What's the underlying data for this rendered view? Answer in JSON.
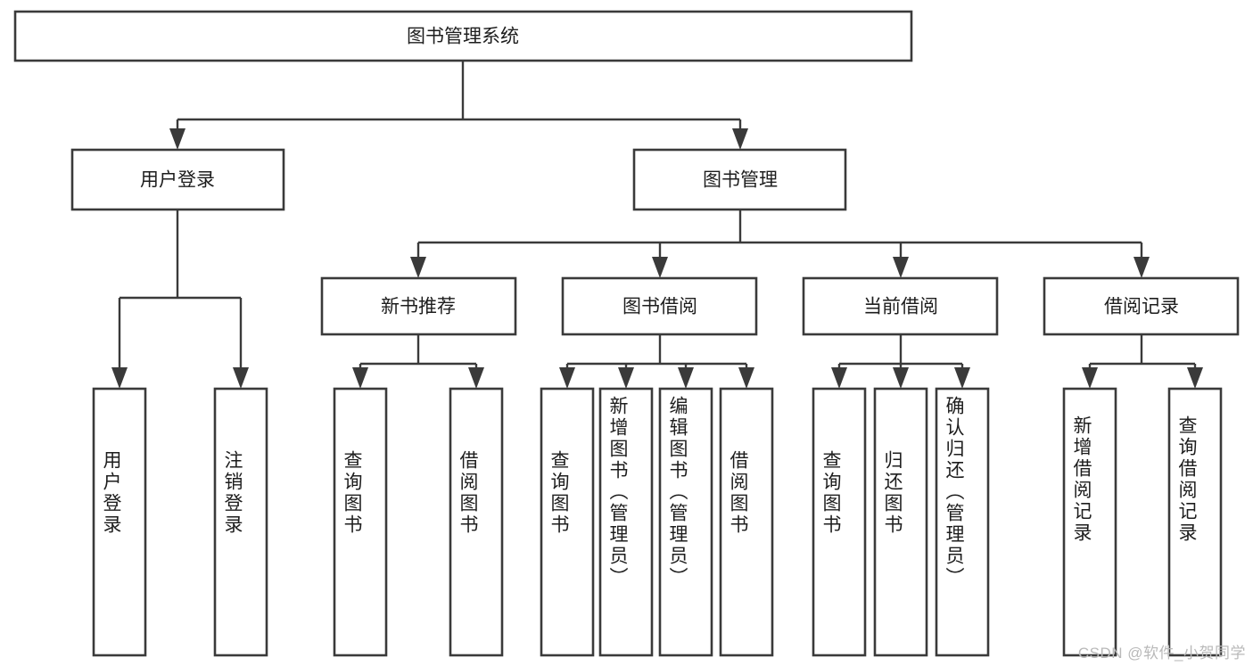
{
  "diagram": {
    "title": "图书管理系统",
    "type": "tree",
    "watermark": "CSDN @软件_小贺同学",
    "levels": {
      "root": {
        "label": "图书管理系统"
      },
      "level2": [
        {
          "id": "user-login",
          "label": "用户登录"
        },
        {
          "id": "book-manage",
          "label": "图书管理"
        }
      ],
      "level3": [
        {
          "id": "new-book-recommend",
          "label": "新书推荐",
          "parent": "book-manage"
        },
        {
          "id": "book-borrow",
          "label": "图书借阅",
          "parent": "book-manage"
        },
        {
          "id": "current-borrow",
          "label": "当前借阅",
          "parent": "book-manage"
        },
        {
          "id": "borrow-record",
          "label": "借阅记录",
          "parent": "book-manage"
        }
      ],
      "leaves": [
        {
          "id": "leaf-user-login",
          "label": "用户登录",
          "parent": "user-login"
        },
        {
          "id": "leaf-logout",
          "label": "注销登录",
          "parent": "user-login"
        },
        {
          "id": "leaf-query-book-1",
          "label": "查询图书",
          "parent": "new-book-recommend"
        },
        {
          "id": "leaf-borrow-book-1",
          "label": "借阅图书",
          "parent": "new-book-recommend"
        },
        {
          "id": "leaf-query-book-2",
          "label": "查询图书",
          "parent": "book-borrow"
        },
        {
          "id": "leaf-add-book",
          "label": "新增图书（管理员）",
          "parent": "book-borrow"
        },
        {
          "id": "leaf-edit-book",
          "label": "编辑图书（管理员）",
          "parent": "book-borrow"
        },
        {
          "id": "leaf-borrow-book-2",
          "label": "借阅图书",
          "parent": "book-borrow"
        },
        {
          "id": "leaf-query-book-3",
          "label": "查询图书",
          "parent": "current-borrow"
        },
        {
          "id": "leaf-return-book",
          "label": "归还图书",
          "parent": "current-borrow"
        },
        {
          "id": "leaf-confirm-return",
          "label": "确认归还（管理员）",
          "parent": "current-borrow"
        },
        {
          "id": "leaf-add-record",
          "label": "新增借阅记录",
          "parent": "borrow-record"
        },
        {
          "id": "leaf-query-record",
          "label": "查询借阅记录",
          "parent": "borrow-record"
        }
      ]
    },
    "colors": {
      "stroke": "#3a3a3a",
      "fill": "#ffffff",
      "text": "#1d1d1d",
      "watermark": "#b9b9b9"
    }
  }
}
